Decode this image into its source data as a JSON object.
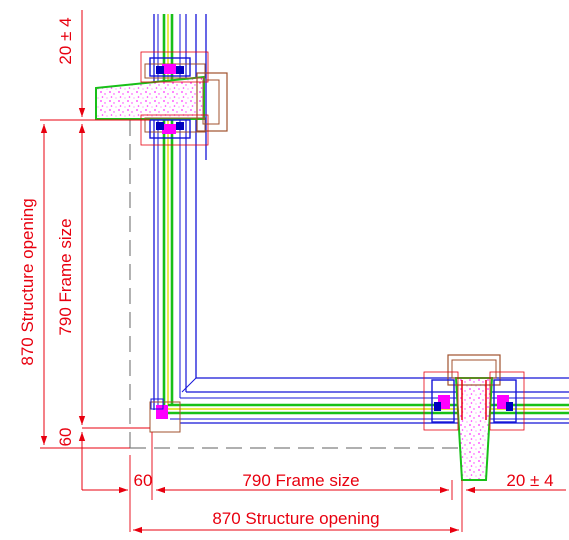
{
  "colors": {
    "dimension": "#e8000f",
    "frame_blue": "#1515d8",
    "glass_green": "#18c018",
    "gasket_yellow": "#e0e000",
    "concrete_fill": "#ff66ff",
    "bracket_brown": "#a0522d",
    "structure_dash": "#808080"
  },
  "dimensions": {
    "top_tolerance": "20 ± 4",
    "left_structure_opening": "870 Structure opening",
    "left_frame_size": "790 Frame size",
    "left_offset": "60",
    "bottom_offset": "60",
    "bottom_frame_size": "790 Frame size",
    "right_tolerance": "20 ± 4",
    "bottom_structure_opening": "870 Structure opening"
  }
}
